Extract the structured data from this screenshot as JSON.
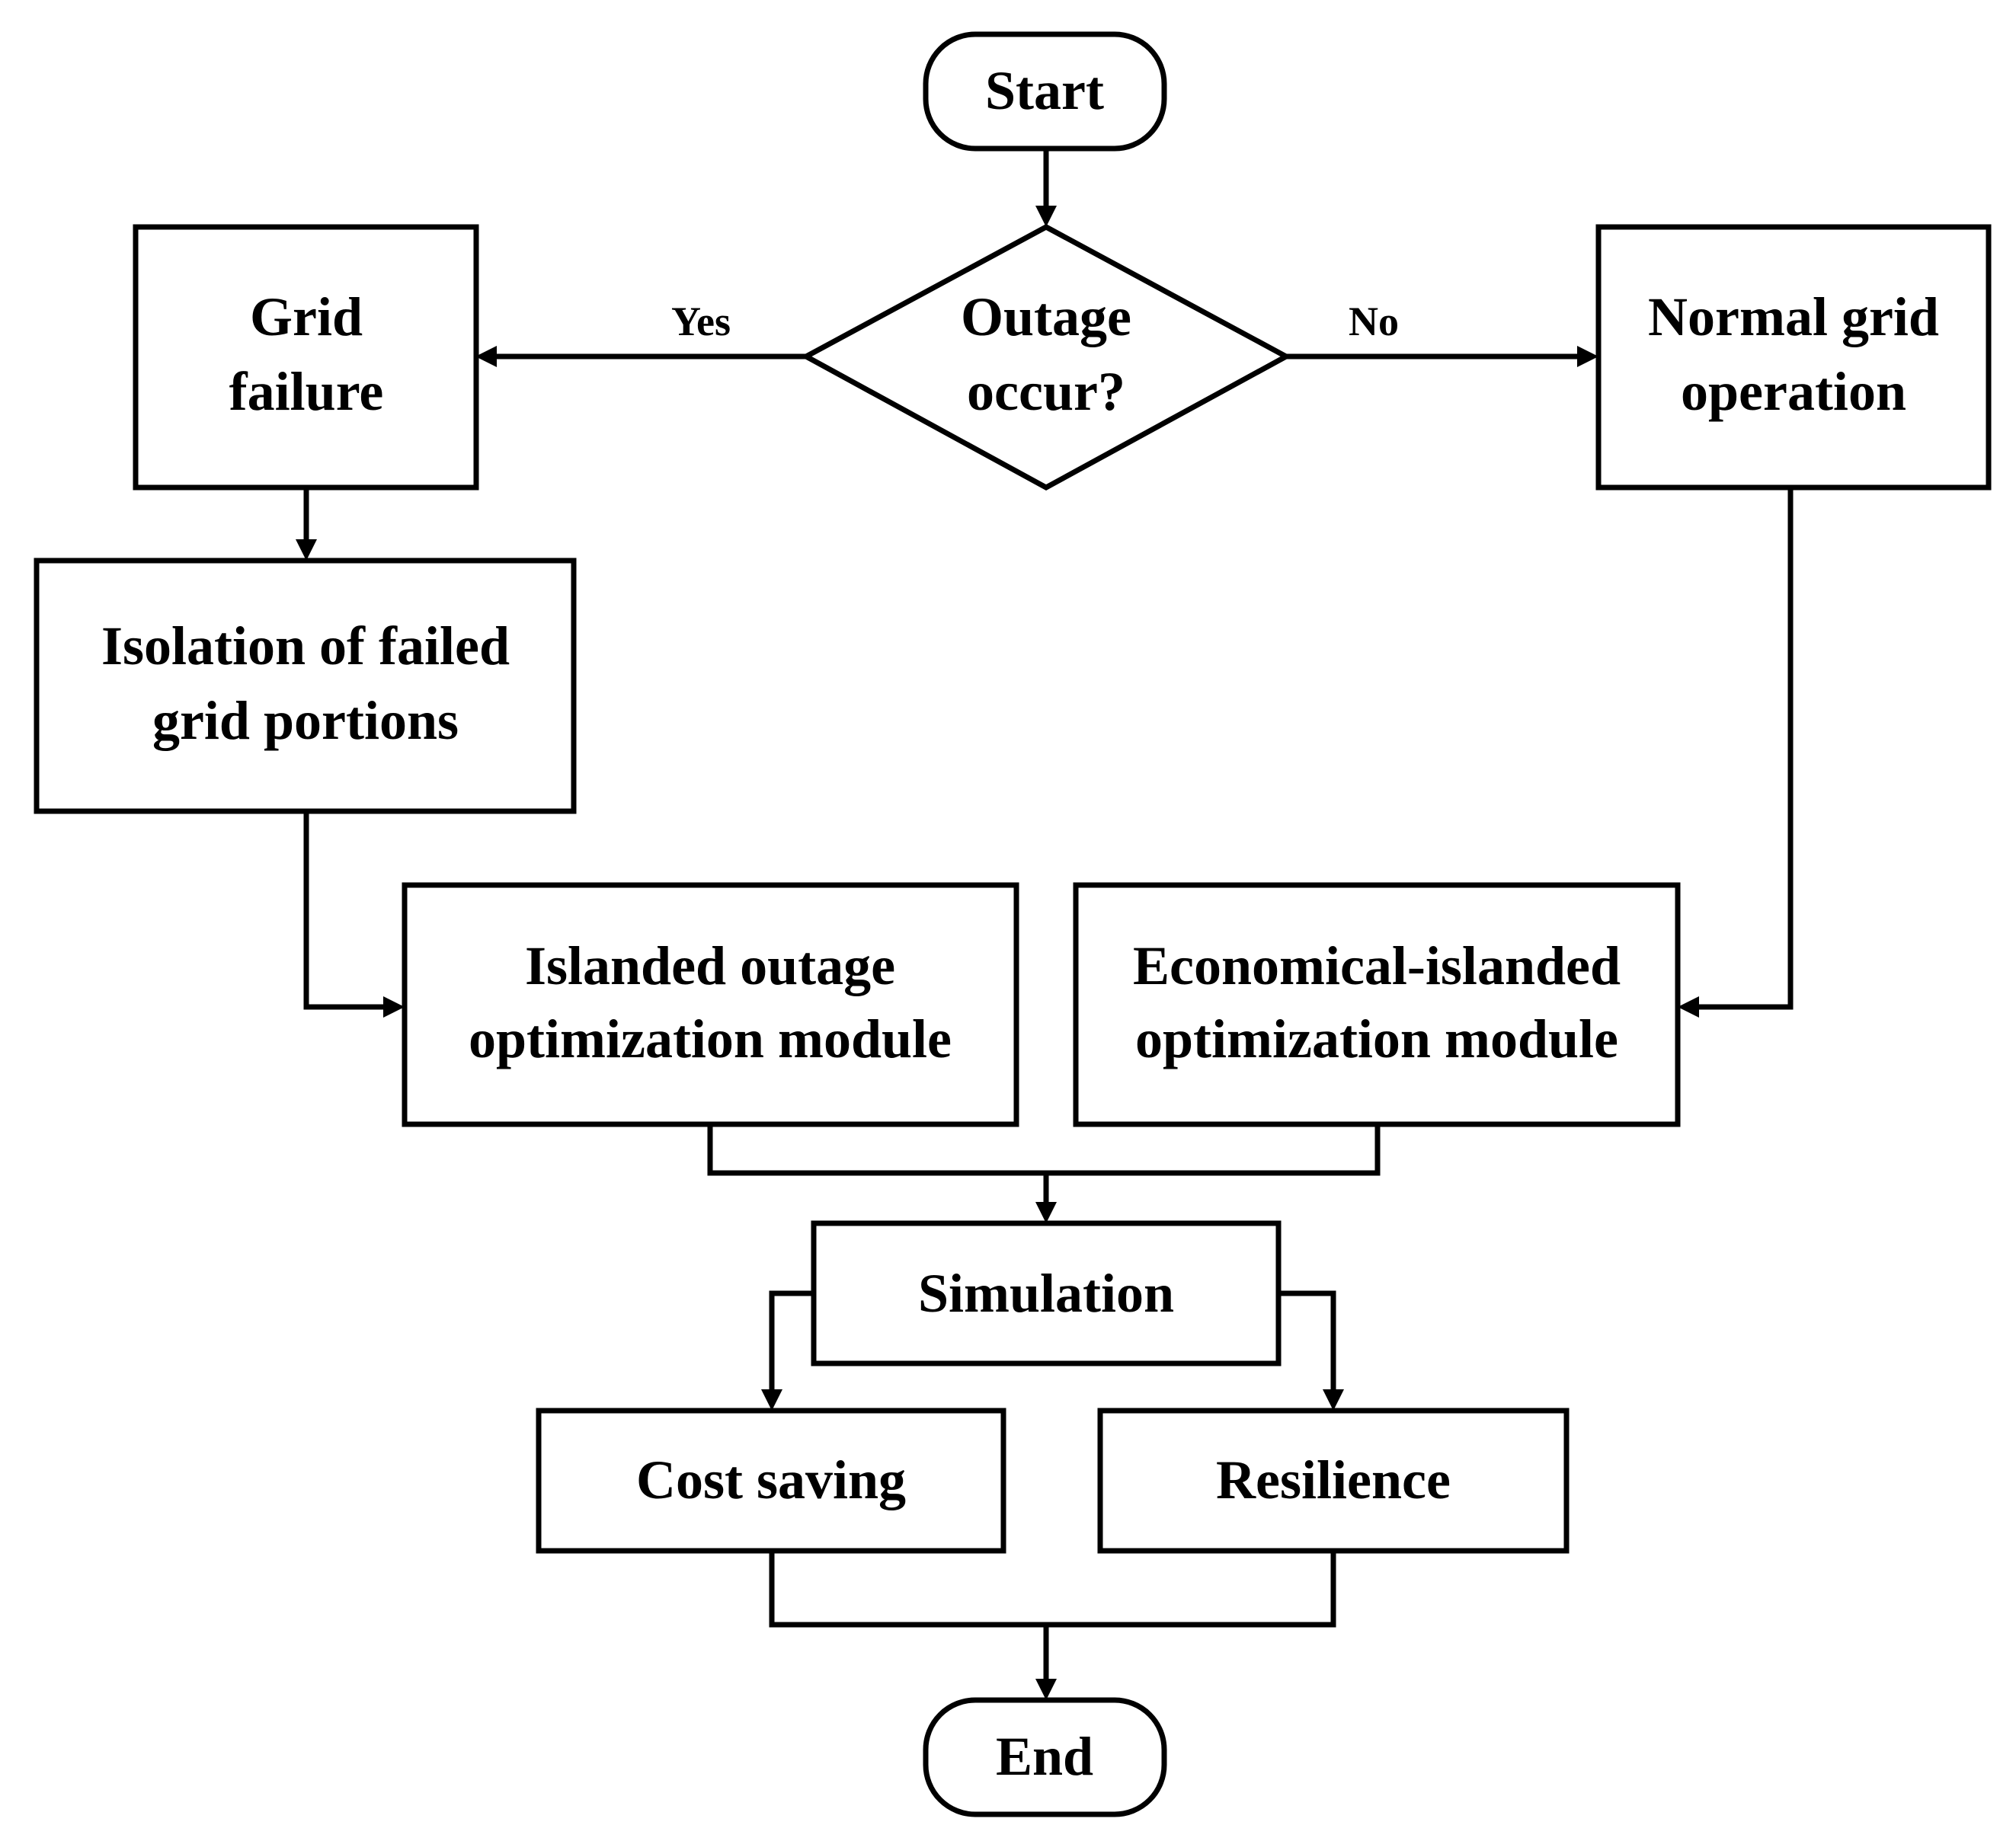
{
  "nodes": {
    "start": "Start",
    "decision": [
      "Outage",
      "occur?"
    ],
    "grid_failure": [
      "Grid",
      "failure"
    ],
    "normal_operation": [
      "Normal grid",
      "operation"
    ],
    "isolation": [
      "Isolation of failed",
      "grid portions"
    ],
    "islanded_outage": [
      "Islanded outage",
      "optimization module"
    ],
    "economical_islanded": [
      "Economical-islanded",
      "optimization module"
    ],
    "simulation": "Simulation",
    "cost_saving": "Cost saving",
    "resilience": "Resilience",
    "end": "End"
  },
  "edge_labels": {
    "yes": "Yes",
    "no": "No"
  },
  "colors": {
    "stroke": "#000000",
    "background": "#ffffff"
  }
}
